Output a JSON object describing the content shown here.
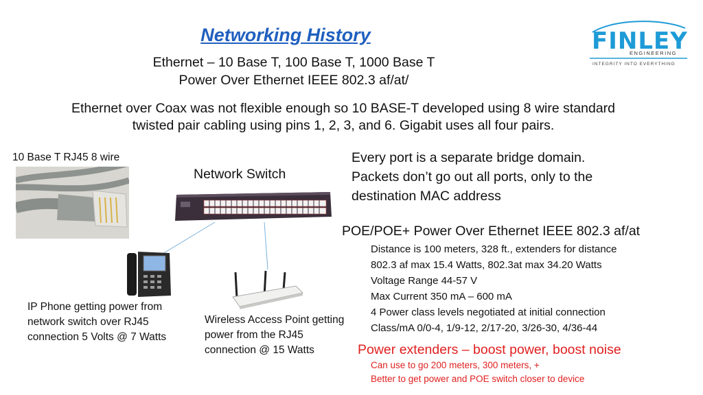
{
  "slide": {
    "title": "Networking History",
    "subtitle_line1": "Ethernet – 10 Base T, 100 Base T, 1000 Base T",
    "subtitle_line2": "Power Over Ethernet IEEE 802.3 af/at/",
    "paragraph_line1": "Ethernet over Coax was not flexible enough so 10 BASE-T developed using 8 wire standard",
    "paragraph_line2": "twisted pair cabling using pins 1, 2, 3, and 6.  Gigabit uses all four pairs."
  },
  "logo": {
    "brand": "FINLEY",
    "engineering": "ENGINEERING",
    "tagline": "INTEGRITY INTO EVERYTHING",
    "color": "#1e9bd7"
  },
  "cable": {
    "caption": "10 Base T RJ45 8 wire"
  },
  "switch": {
    "label": "Network Switch"
  },
  "phone": {
    "caption_lines": [
      "IP Phone getting power from",
      "network switch over RJ45",
      "connection 5 Volts @ 7 Watts"
    ]
  },
  "access_point": {
    "caption_lines": [
      "Wireless Access Point getting",
      "power from the RJ45",
      "connection @ 15 Watts"
    ]
  },
  "bridge_text": {
    "lines": [
      "Every port is a separate bridge domain.",
      "Packets don’t go out all ports, only to the",
      "destination MAC address"
    ]
  },
  "poe": {
    "heading": "POE/POE+ Power Over Ethernet IEEE 802.3 af/at",
    "bullets": [
      "Distance is 100 meters, 328 ft., extenders for distance",
      "802.3 af max 15.4 Watts, 802.3at max 34.20 Watts",
      "Voltage Range 44-57 V",
      "Max Current 350 mA – 600 mA",
      "4 Power class levels negotiated at initial connection",
      "Class/mA 0/0-4, 1/9-12, 2/17-20, 3/26-30, 4/36-44"
    ]
  },
  "extenders": {
    "heading": "Power extenders – boost power, boost noise",
    "bullets": [
      "Can use to go 200 meters, 300 meters, +",
      "Better to get power and POE switch closer to device"
    ],
    "color": "#e02020"
  }
}
